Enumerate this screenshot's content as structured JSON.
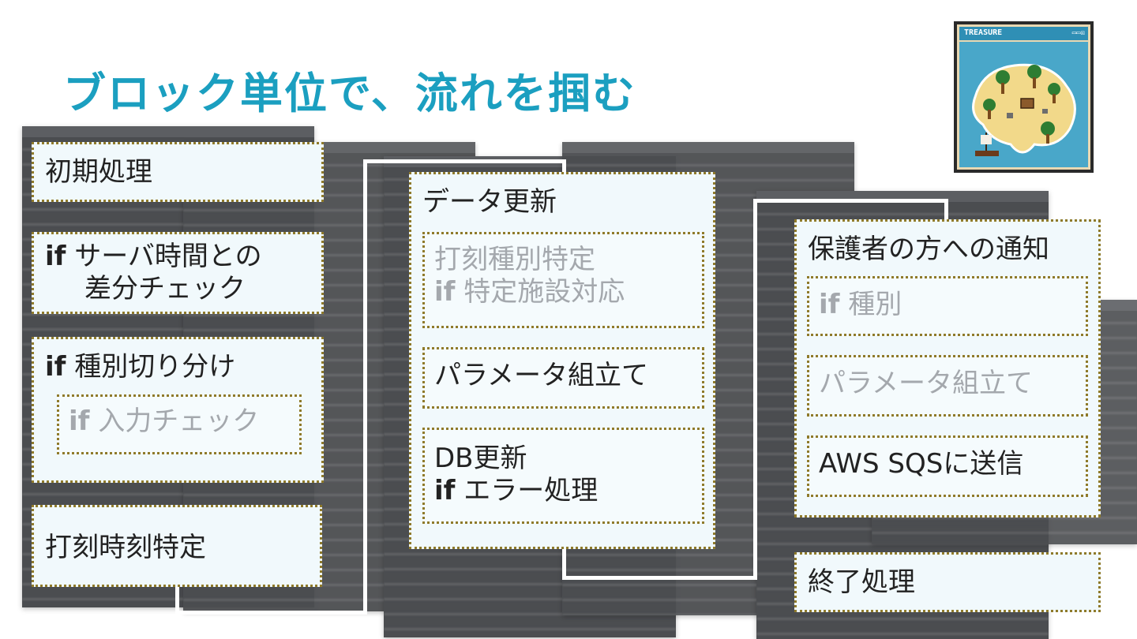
{
  "title": "ブロック単位で、流れを掴む",
  "island": {
    "label": "TREASURE",
    "window_buttons": "▭▭☒"
  },
  "column1": {
    "init": "初期処理",
    "server_diff": {
      "kw": "if",
      "line1": " サーバ時間との",
      "line2": "差分チェック"
    },
    "type_split": {
      "kw": "if",
      "text": " 種別切り分け"
    },
    "input_check": {
      "kw": "if",
      "text": " 入力チェック"
    },
    "stamp_time": "打刻時刻特定"
  },
  "column2": {
    "title": "データ更新",
    "stamp_type": {
      "line1": "打刻種別特定",
      "kw": "if",
      "line2": " 特定施設対応"
    },
    "params": "パラメータ組立て",
    "db": {
      "line1": "DB更新",
      "kw": "if",
      "line2": " エラー処理"
    }
  },
  "column3": {
    "title": "保護者の方への通知",
    "type": {
      "kw": "if",
      "text": " 種別"
    },
    "params": "パラメータ組立て",
    "sqs": "AWS SQSに送信",
    "end": "終了処理"
  }
}
